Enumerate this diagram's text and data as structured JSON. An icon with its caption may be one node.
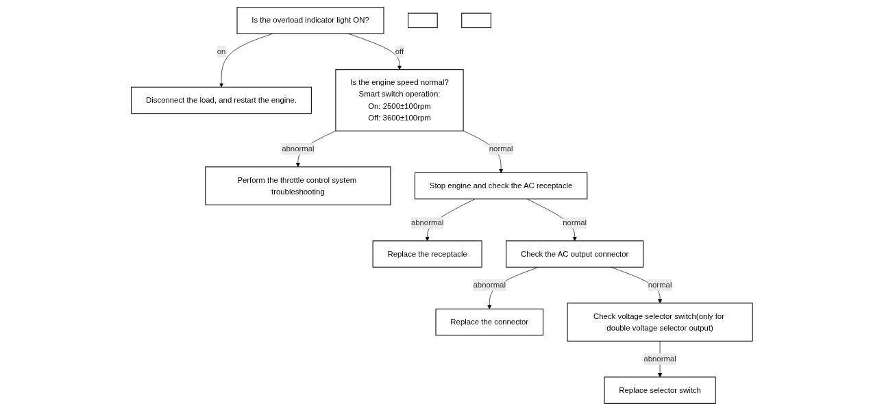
{
  "diagram": {
    "nodes": [
      {
        "text": [
          "Is the overload indicator light ON?"
        ]
      },
      {
        "text": [
          "Disconnect the load, and restart the engine."
        ]
      },
      {
        "text": [
          "Is the engine speed normal?",
          "Smart switch operation:",
          "On: 2500±100rpm",
          "Off: 3600±100rpm"
        ]
      },
      {
        "text": [
          "Perform the throttle control system troubleshooting"
        ]
      },
      {
        "text": [
          "Stop engine and check the AC receptacle"
        ]
      },
      {
        "text": [
          "Replace the receptacle"
        ]
      },
      {
        "text": [
          "Check the AC output connector"
        ]
      },
      {
        "text": [
          "Replace the connector"
        ]
      },
      {
        "text": [
          "Check voltage selector switch(only for double voltage selector output)"
        ]
      },
      {
        "text": [
          "Replace selector switch"
        ]
      },
      {
        "text": [],
        "shape": "box"
      },
      {
        "text": [],
        "shape": "box"
      }
    ],
    "edges": [
      {
        "from": 0,
        "to": 1,
        "arrow": "to",
        "label": "on"
      },
      {
        "from": 0,
        "to": 2,
        "arrow": "to",
        "label": "off"
      },
      {
        "from": 2,
        "to": 3,
        "arrow": "to",
        "label": "abnormal"
      },
      {
        "from": 2,
        "to": 4,
        "arrow": "to",
        "label": "normal"
      },
      {
        "from": 4,
        "to": 5,
        "arrow": "to",
        "label": "abnormal"
      },
      {
        "from": 4,
        "to": 6,
        "arrow": "to",
        "label": "normal"
      },
      {
        "from": 6,
        "to": 7,
        "arrow": "to",
        "label": "abnormal"
      },
      {
        "from": 6,
        "to": 8,
        "arrow": "to",
        "label": "normal"
      },
      {
        "from": 8,
        "to": 9,
        "arrow": "to",
        "label": "abnormal"
      }
    ]
  }
}
